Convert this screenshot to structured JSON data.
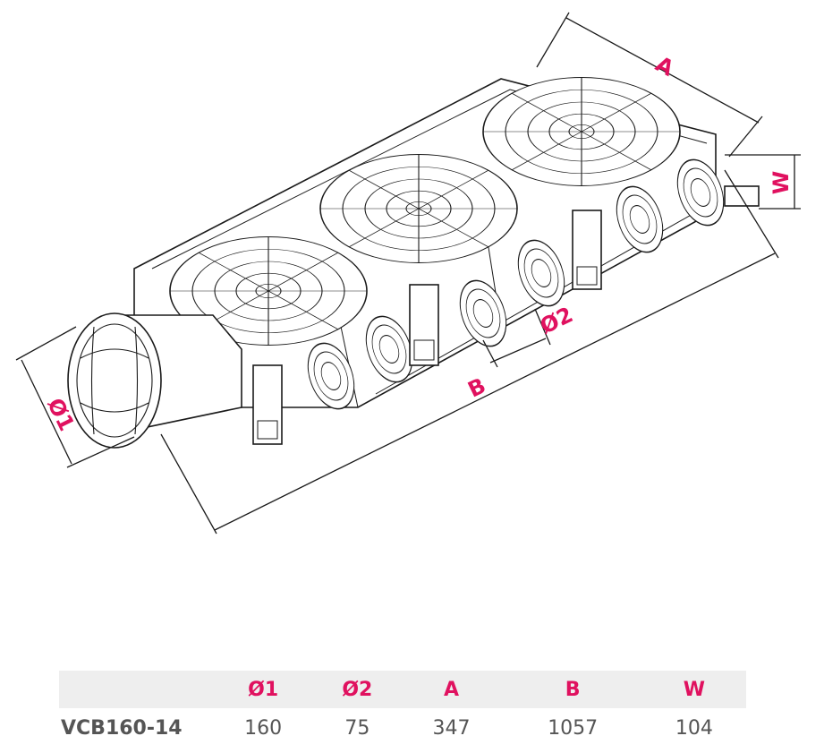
{
  "diagram": {
    "labels": {
      "a": "A",
      "w": "W",
      "b": "B",
      "d1": "Ø1",
      "d2": "Ø2"
    }
  },
  "table": {
    "headers": [
      "",
      "Ø1",
      "Ø2",
      "A",
      "B",
      "W"
    ],
    "rows": [
      {
        "model": "VCB160-14",
        "values": [
          "160",
          "75",
          "347",
          "1057",
          "104"
        ]
      }
    ]
  },
  "colors": {
    "accent": "#e0115f",
    "text": "#555555",
    "header_bg": "#eeeeee"
  }
}
